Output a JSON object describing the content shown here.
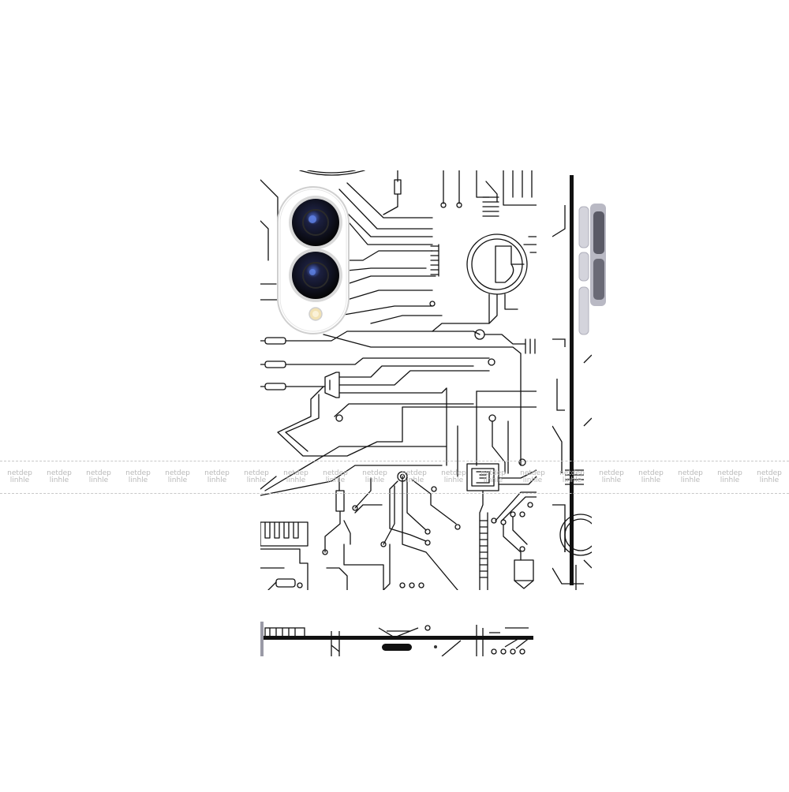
{
  "product": {
    "subject": "phone-skin-mockup",
    "pattern": "circuit-board",
    "colors": {
      "background": "#ffffff",
      "line": "#111111",
      "camera_ring": "#d6d6d6",
      "lens": "#1a1a1a",
      "lens_glint": "#4a6ed0",
      "flash": "#f2e2b4",
      "side_button": "#c9c9d4"
    },
    "views": [
      {
        "name": "back",
        "icon": "phone-back-icon"
      },
      {
        "name": "side",
        "icon": "phone-side-icon"
      },
      {
        "name": "bottom",
        "icon": "phone-bottom-icon"
      }
    ]
  },
  "watermark": {
    "text": "netdep\nlinhle",
    "repeat": 20,
    "color": "#b8b8b8"
  }
}
